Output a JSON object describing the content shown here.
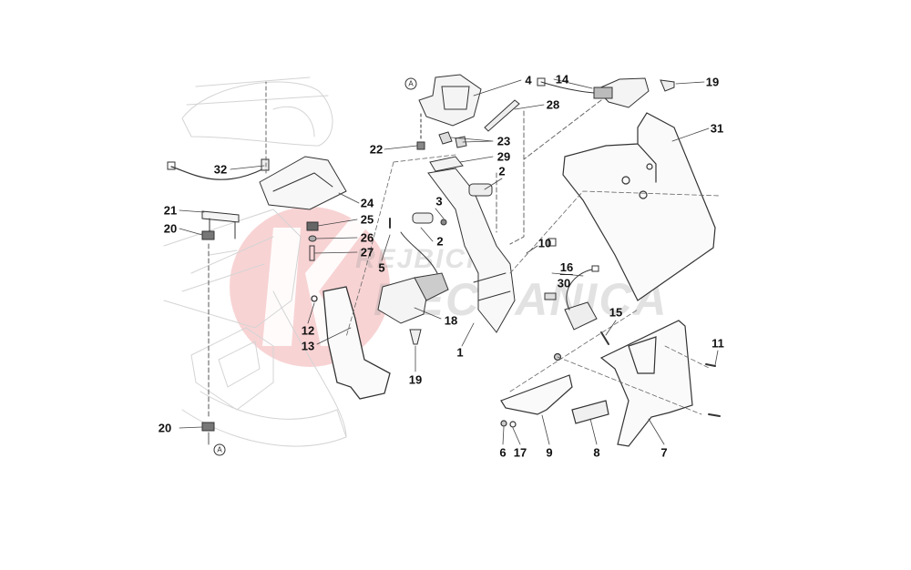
{
  "diagram": {
    "watermark": {
      "line1": "REJBICH",
      "line2": "MECCANICA",
      "colors": {
        "logo_red": "#f2a0a4",
        "text_gray": "#c8c8c8"
      }
    },
    "reference_mark": "A",
    "callouts": [
      "4",
      "14",
      "19",
      "28",
      "31",
      "22",
      "23",
      "29",
      "32",
      "2",
      "24",
      "3",
      "21",
      "25",
      "20",
      "26",
      "2",
      "10",
      "27",
      "5",
      "16",
      "30",
      "12",
      "15",
      "18",
      "13",
      "11",
      "1",
      "19",
      "20",
      "6",
      "17",
      "9",
      "8",
      "7"
    ]
  }
}
